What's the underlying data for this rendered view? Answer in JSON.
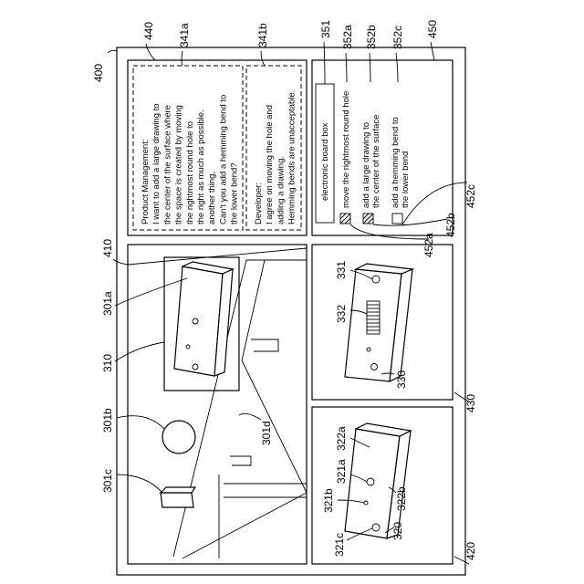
{
  "labels": {
    "outer": "400",
    "camera_panel": "410",
    "box_panel_1": "420",
    "box_panel_2": "430",
    "dialog_panel": "440",
    "checklist_panel": "450",
    "target_frame": "310",
    "target_box": "301a",
    "round_object": "301b",
    "small_box": "301c",
    "shelf_line": "301d",
    "box_320": "320",
    "face_322a": "322a",
    "face_322b": "322b",
    "hole_321a": "321a",
    "hole_321b": "321b",
    "hole_321c": "321c",
    "box_330": "330",
    "hole_331": "331",
    "drawing_332": "332",
    "comment_pm": "341a",
    "comment_dev": "341b",
    "item_351": "351",
    "check_352a": "352a",
    "check_352b": "352b",
    "check_352c": "352c",
    "checkbox_452a": "452a",
    "checkbox_452b": "452b",
    "checkbox_452c": "452c"
  },
  "dialog": {
    "pm_lines": [
      "Product Management:",
      "I want to add a large drawing to",
      "the center of the surface where",
      "the space is created by moving",
      "the rightmost round hole to",
      "the right as much as possible.",
      "another thing,",
      "Can't you add a hemming bend to",
      "the lower bend?"
    ],
    "dev_lines": [
      "Developer:",
      "I agree on moving the hole and",
      "adding a drawing.",
      "Hemming bends are unacceptable."
    ]
  },
  "checklist": {
    "title": "electronic board box",
    "items": [
      {
        "lines": [
          "move the rightmost round hole"
        ],
        "checked": true
      },
      {
        "lines": [
          "add a large drawing to",
          "the center of the surface"
        ],
        "checked": true
      },
      {
        "lines": [
          "add a hemming bend to",
          "the lower bend"
        ],
        "checked": false
      }
    ]
  }
}
